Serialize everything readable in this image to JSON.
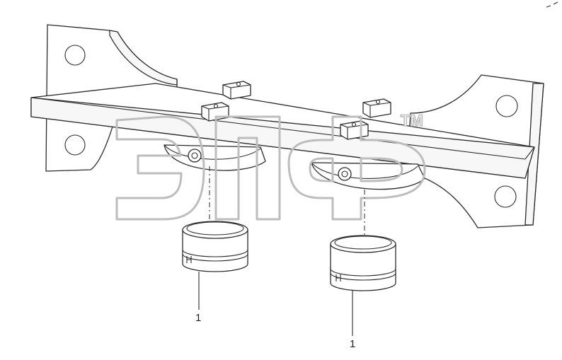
{
  "watermark": {
    "logo": "элф",
    "trademark": "TM"
  },
  "callouts": [
    {
      "label": "1"
    },
    {
      "label": "1"
    }
  ],
  "colors": {
    "line": "#2a2a2a",
    "watermark": "#bdbdbd",
    "background": "#ffffff"
  }
}
